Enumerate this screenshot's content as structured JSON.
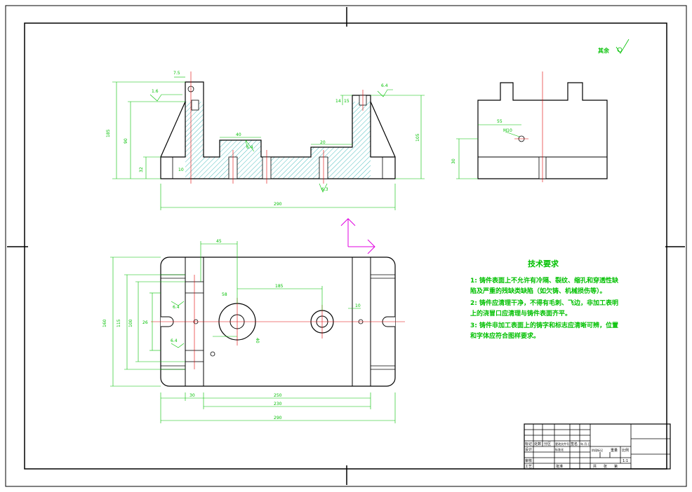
{
  "surface_mark": "其余",
  "dims": {
    "d_7_5": "7.5",
    "d_1_6": "1.6",
    "d_185": "185",
    "d_90": "90",
    "d_32": "32",
    "d_10": "10",
    "d_40": "40",
    "d_6_4a": "6.4",
    "d_20": "20",
    "d_14": "14",
    "d_15": "15",
    "d_6_4b": "6.4",
    "d_6_3": "6.3",
    "d_105": "105",
    "d_290": "290",
    "d_55": "55",
    "d_m10": "M10",
    "d_30": "30",
    "d_45": "45",
    "d_58": "58",
    "d_185b": "185",
    "d_10b": "10",
    "d_160": "160",
    "d_115": "115",
    "d_100": "100",
    "d_26": "26",
    "d_40b": "40",
    "d_30b": "30",
    "d_250": "250",
    "d_230": "230",
    "d_290b": "290",
    "d_6_4c": "6.4",
    "d_6_4d": "6.4"
  },
  "tech": {
    "title": "技术要求",
    "line1": "1: 铸件表面上不允许有冷隔、裂纹、缩孔和穿透性缺",
    "line2": "陷及严重的残缺类缺陷（如欠铸、机械损伤等）。",
    "line3": "2: 铸件应清理干净，不得有毛刺、飞边，非加工表明",
    "line4": "上的浇冒口应清理与铸件表面齐平。",
    "line5": "3: 铸件非加工表面上的铸字和标志应清晰可辨，位置",
    "line6": "和字体应符合图样要求。"
  },
  "title_block": {
    "c1": "标记",
    "c2": "处数",
    "c3": "分区",
    "c4": "更改文件号",
    "c5": "签名",
    "c6": "年.月.日",
    "c7": "设计",
    "c8": "标准化",
    "c9": "审核",
    "c10": "工艺",
    "c11": "批准",
    "c12": "阶段标记",
    "c13": "重量",
    "c14": "比例",
    "c15": "1:1",
    "c16": "共",
    "c17": "张",
    "c18": "第"
  }
}
